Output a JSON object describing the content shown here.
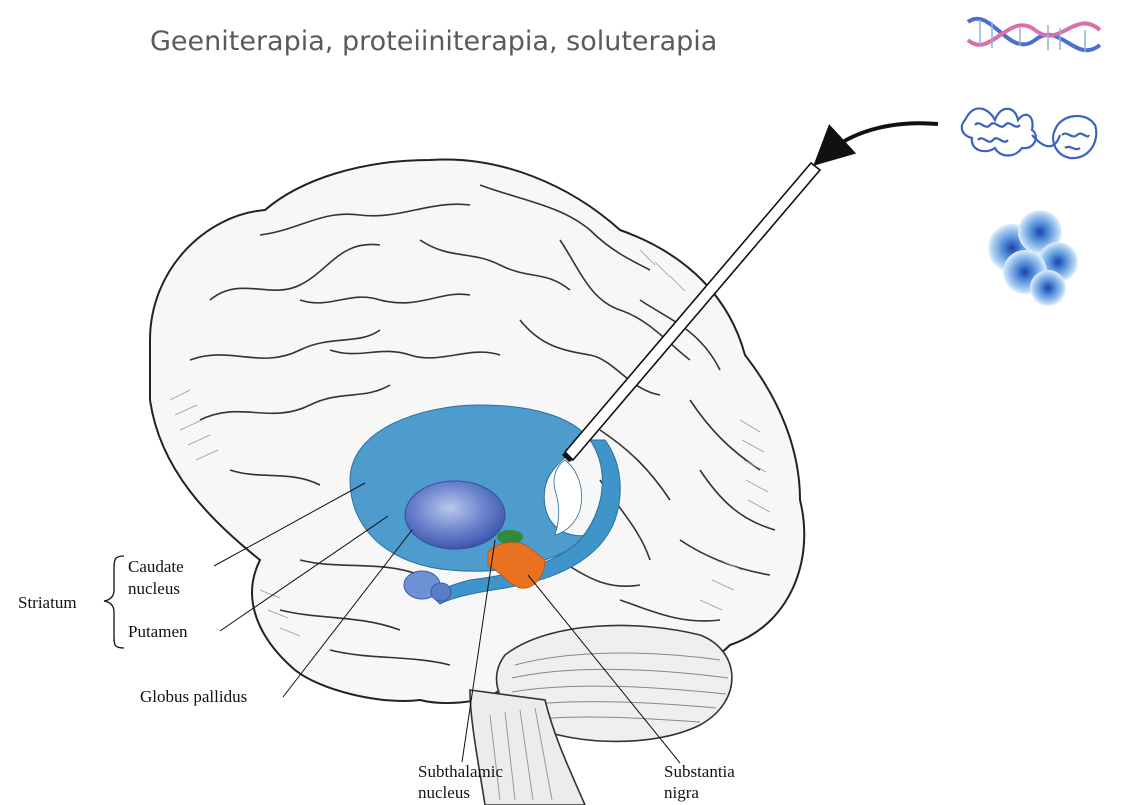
{
  "title": "Geeniterapia, proteiiniterapia, soluterapia",
  "therapy_icons": [
    "dna-helix-icon",
    "protein-structure-icon",
    "cell-cluster-icon"
  ],
  "labels": {
    "striatum": "Striatum",
    "caudate": [
      "Caudate",
      "nucleus"
    ],
    "putamen": "Putamen",
    "globus_pallidus": "Globus pallidus",
    "subthalamic": [
      "Subthalamic",
      "nucleus"
    ],
    "substantia": [
      "Substantia",
      "nigra"
    ]
  },
  "colors": {
    "striatum_blue": "#3f95c9",
    "globus_pallidus": "#4f6fc4",
    "substantia_nigra": "#e8721f",
    "subthalamic": "#2f8a3a",
    "title_gray": "#5a5a5a"
  }
}
